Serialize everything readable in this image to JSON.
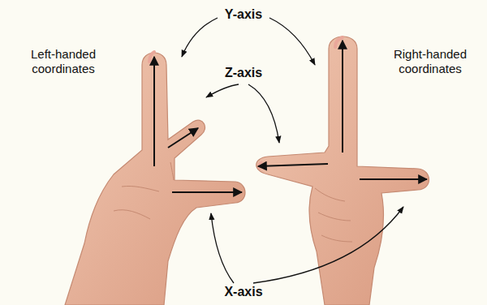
{
  "diagram": {
    "labels": [
      "Y-axis",
      "Left-handed coordinates",
      "Right-handed coordinates",
      "Z-axis",
      "X-axis"
    ]
  }
}
